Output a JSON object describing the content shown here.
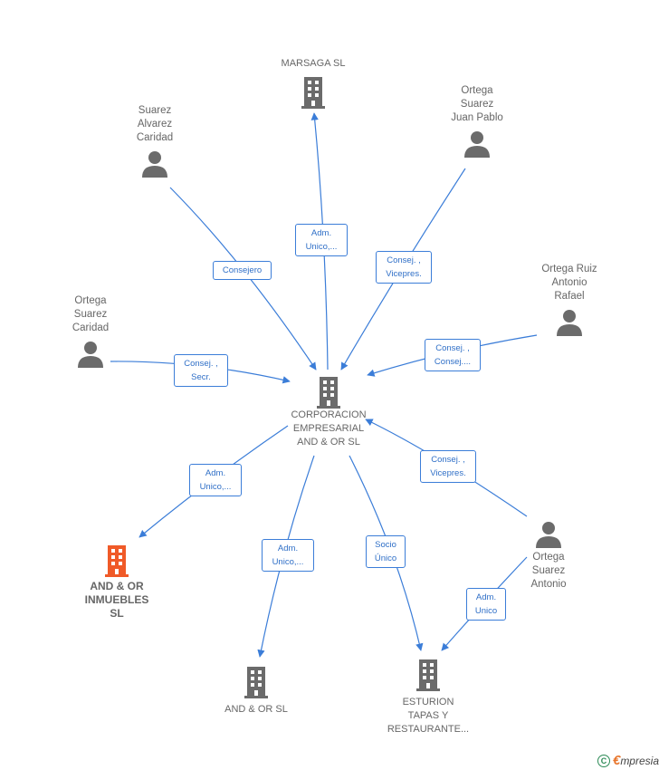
{
  "nodes": {
    "center": {
      "label": "CORPORACION\nEMPRESARIAL\nAND & OR  SL",
      "icon": "building-icon",
      "color": "#6b6b6b"
    },
    "marsaga": {
      "label": "MARSAGA  SL",
      "icon": "building-icon",
      "color": "#6b6b6b"
    },
    "suarez_alvarez": {
      "label": "Suarez\nAlvarez\nCaridad",
      "icon": "person-icon"
    },
    "ortega_juan_pablo": {
      "label": "Ortega\nSuarez\nJuan Pablo",
      "icon": "person-icon"
    },
    "ortega_ruiz": {
      "label": "Ortega Ruiz\nAntonio\nRafael",
      "icon": "person-icon"
    },
    "ortega_caridad": {
      "label": "Ortega\nSuarez\nCaridad",
      "icon": "person-icon"
    },
    "ortega_antonio": {
      "label": "Ortega\nSuarez\nAntonio",
      "icon": "person-icon"
    },
    "inmuebles": {
      "label": "AND & OR\nINMUEBLES\nSL",
      "icon": "building-icon",
      "color": "#f05a28"
    },
    "andor": {
      "label": "AND & OR  SL",
      "icon": "building-icon",
      "color": "#6b6b6b"
    },
    "esturion": {
      "label": "ESTURION\nTAPAS Y\nRESTAURANTE...",
      "icon": "building-icon",
      "color": "#6b6b6b"
    }
  },
  "edge_labels": {
    "marsaga": "Adm.\nUnico,...",
    "suarez_alvarez": "Consejero",
    "ortega_juan_pablo": "Consej. ,\nVicepres.",
    "ortega_ruiz": "Consej. ,\nConsej....",
    "ortega_caridad": "Consej. ,\nSecr.",
    "ortega_antonio_center": "Consej. ,\nVicepres.",
    "inmuebles": "Adm.\nUnico,...",
    "andor": "Adm.\nUnico,...",
    "esturion_center": "Socio\nÚnico",
    "esturion_antonio": "Adm.\nUnico"
  },
  "colors": {
    "edge": "#3b7dd8",
    "person": "#6b6b6b"
  },
  "footer": {
    "copyright_symbol": "C",
    "brand_initial": "€",
    "brand_rest": "mpresia"
  }
}
